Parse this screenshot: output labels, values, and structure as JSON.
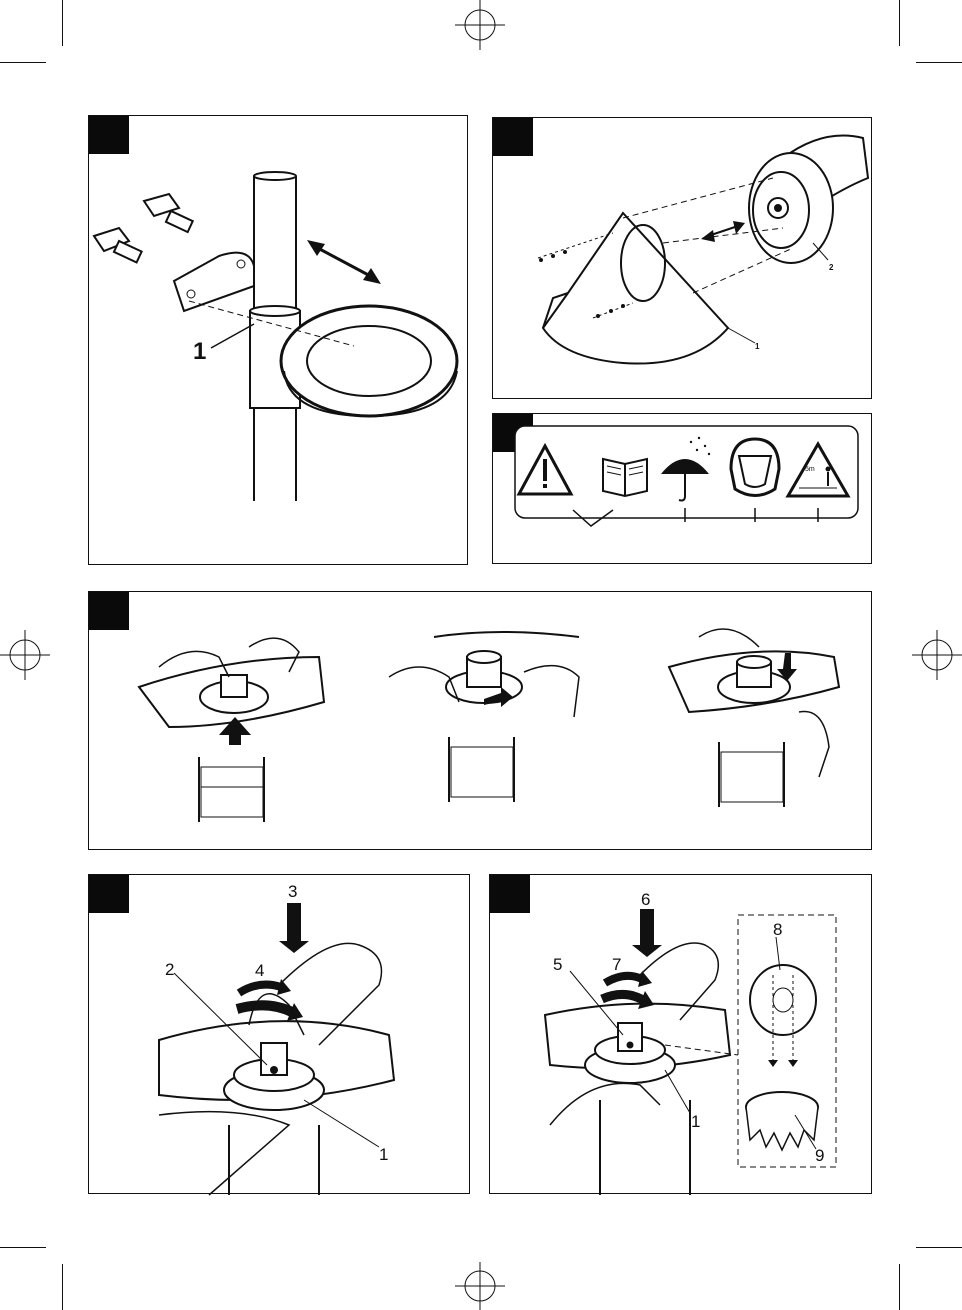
{
  "figures": {
    "fig1": {
      "callouts": [
        "1"
      ]
    },
    "fig2": {
      "callouts": [
        "2",
        "1"
      ]
    },
    "fig3": {
      "safety_sign_text": "5m"
    },
    "fig5": {
      "callouts": [
        "3",
        "4",
        "2",
        "1"
      ]
    },
    "fig6": {
      "callouts": [
        "6",
        "5",
        "7",
        "1",
        "8",
        "9"
      ]
    }
  }
}
